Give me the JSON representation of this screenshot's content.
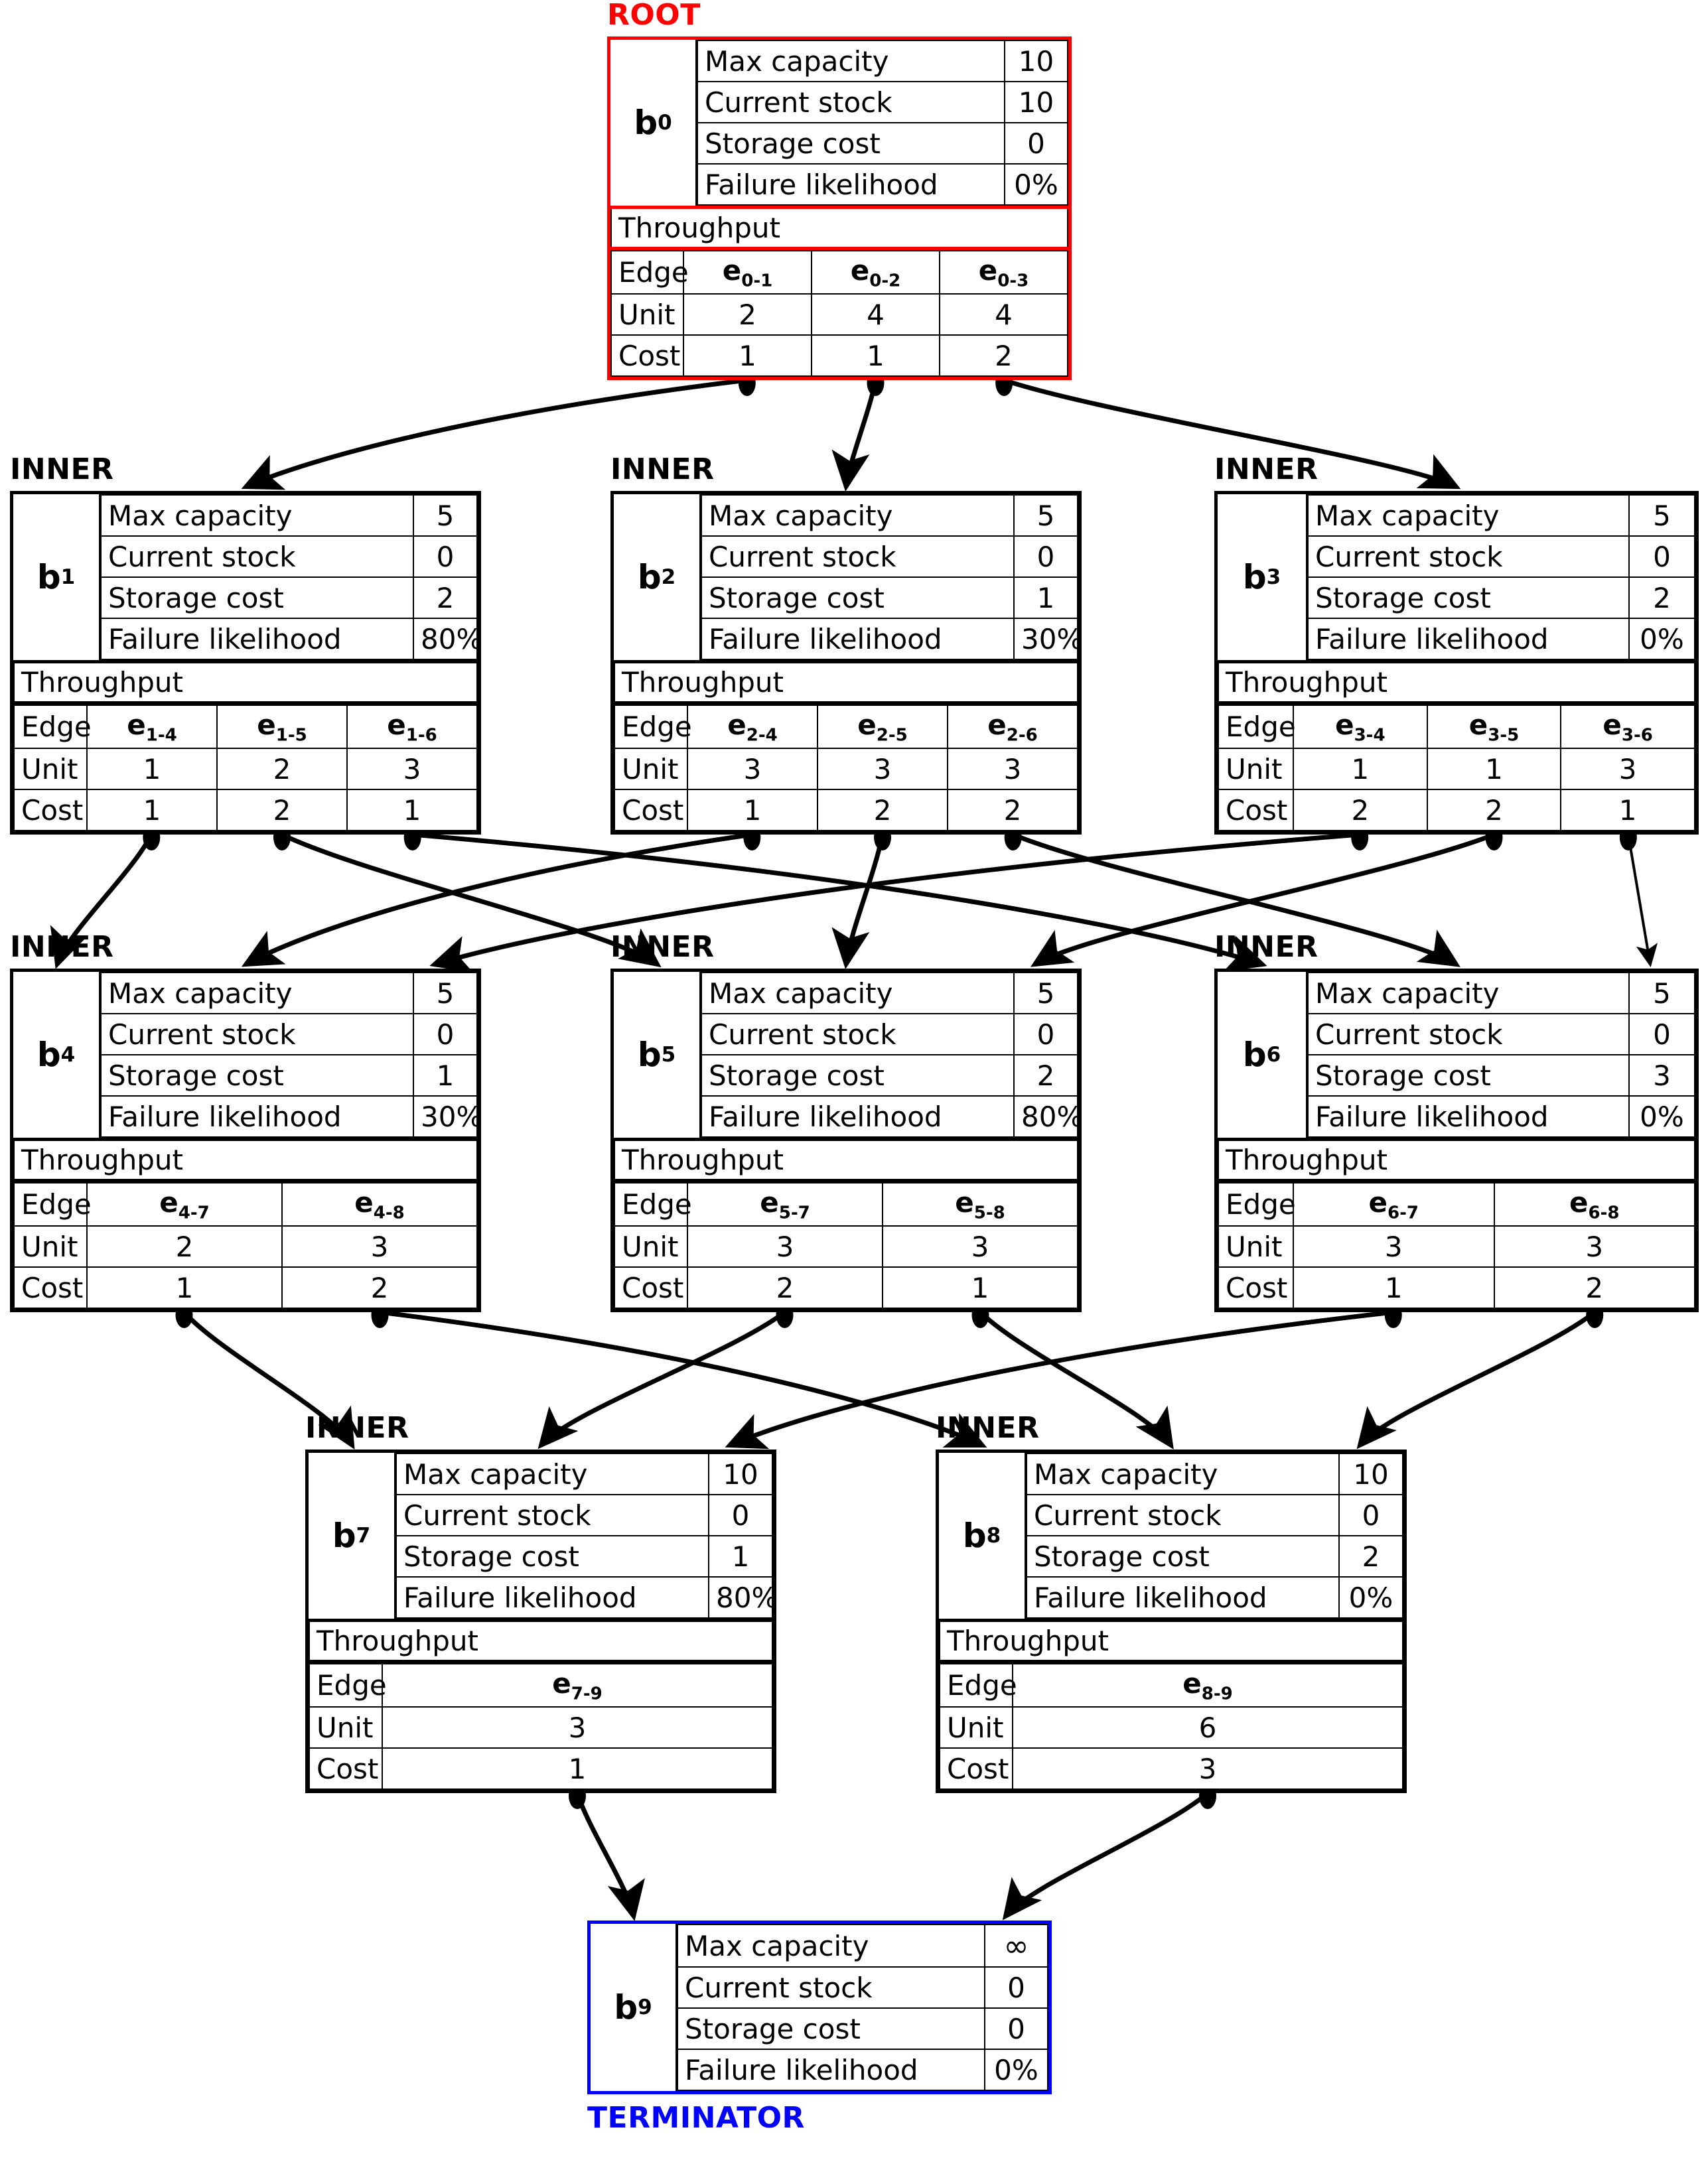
{
  "diagram": {
    "attribute_labels": [
      "Max capacity",
      "Current stock",
      "Storage cost",
      "Failure likelihood"
    ],
    "throughput_label": "Throughput",
    "row_labels": {
      "edge": "Edge",
      "unit": "Unit",
      "cost": "Cost"
    },
    "kinds": {
      "root": "ROOT",
      "inner": "INNER",
      "terminator": "TERMINATOR"
    },
    "colors": {
      "root": "#ff0000",
      "terminator": "#0000ff",
      "inner": "#000000",
      "background": "#ffffff"
    },
    "infinity_glyph": "∞"
  },
  "nodes": [
    {
      "id": "b0",
      "name": "b",
      "sub": "0",
      "kind": "ROOT",
      "max_capacity": "10",
      "current_stock": "10",
      "storage_cost": "0",
      "failure_likelihood": "0%",
      "edges": [
        {
          "name": "e",
          "sub": "0-1",
          "unit": "2",
          "cost": "1"
        },
        {
          "name": "e",
          "sub": "0-2",
          "unit": "4",
          "cost": "1"
        },
        {
          "name": "e",
          "sub": "0-3",
          "unit": "4",
          "cost": "2"
        }
      ]
    },
    {
      "id": "b1",
      "name": "b",
      "sub": "1",
      "kind": "INNER",
      "max_capacity": "5",
      "current_stock": "0",
      "storage_cost": "2",
      "failure_likelihood": "80%",
      "edges": [
        {
          "name": "e",
          "sub": "1-4",
          "unit": "1",
          "cost": "1"
        },
        {
          "name": "e",
          "sub": "1-5",
          "unit": "2",
          "cost": "2"
        },
        {
          "name": "e",
          "sub": "1-6",
          "unit": "3",
          "cost": "1"
        }
      ]
    },
    {
      "id": "b2",
      "name": "b",
      "sub": "2",
      "kind": "INNER",
      "max_capacity": "5",
      "current_stock": "0",
      "storage_cost": "1",
      "failure_likelihood": "30%",
      "edges": [
        {
          "name": "e",
          "sub": "2-4",
          "unit": "3",
          "cost": "1"
        },
        {
          "name": "e",
          "sub": "2-5",
          "unit": "3",
          "cost": "2"
        },
        {
          "name": "e",
          "sub": "2-6",
          "unit": "3",
          "cost": "2"
        }
      ]
    },
    {
      "id": "b3",
      "name": "b",
      "sub": "3",
      "kind": "INNER",
      "max_capacity": "5",
      "current_stock": "0",
      "storage_cost": "2",
      "failure_likelihood": "0%",
      "edges": [
        {
          "name": "e",
          "sub": "3-4",
          "unit": "1",
          "cost": "2"
        },
        {
          "name": "e",
          "sub": "3-5",
          "unit": "1",
          "cost": "2"
        },
        {
          "name": "e",
          "sub": "3-6",
          "unit": "3",
          "cost": "1"
        }
      ]
    },
    {
      "id": "b4",
      "name": "b",
      "sub": "4",
      "kind": "INNER",
      "max_capacity": "5",
      "current_stock": "0",
      "storage_cost": "1",
      "failure_likelihood": "30%",
      "edges": [
        {
          "name": "e",
          "sub": "4-7",
          "unit": "2",
          "cost": "1"
        },
        {
          "name": "e",
          "sub": "4-8",
          "unit": "3",
          "cost": "2"
        }
      ]
    },
    {
      "id": "b5",
      "name": "b",
      "sub": "5",
      "kind": "INNER",
      "max_capacity": "5",
      "current_stock": "0",
      "storage_cost": "2",
      "failure_likelihood": "80%",
      "edges": [
        {
          "name": "e",
          "sub": "5-7",
          "unit": "3",
          "cost": "2"
        },
        {
          "name": "e",
          "sub": "5-8",
          "unit": "3",
          "cost": "1"
        }
      ]
    },
    {
      "id": "b6",
      "name": "b",
      "sub": "6",
      "kind": "INNER",
      "max_capacity": "5",
      "current_stock": "0",
      "storage_cost": "3",
      "failure_likelihood": "0%",
      "edges": [
        {
          "name": "e",
          "sub": "6-7",
          "unit": "3",
          "cost": "1"
        },
        {
          "name": "e",
          "sub": "6-8",
          "unit": "3",
          "cost": "2"
        }
      ]
    },
    {
      "id": "b7",
      "name": "b",
      "sub": "7",
      "kind": "INNER",
      "max_capacity": "10",
      "current_stock": "0",
      "storage_cost": "1",
      "failure_likelihood": "80%",
      "edges": [
        {
          "name": "e",
          "sub": "7-9",
          "unit": "3",
          "cost": "1"
        }
      ]
    },
    {
      "id": "b8",
      "name": "b",
      "sub": "8",
      "kind": "INNER",
      "max_capacity": "10",
      "current_stock": "0",
      "storage_cost": "2",
      "failure_likelihood": "0%",
      "edges": [
        {
          "name": "e",
          "sub": "8-9",
          "unit": "6",
          "cost": "3"
        }
      ]
    },
    {
      "id": "b9",
      "name": "b",
      "sub": "9",
      "kind": "TERMINATOR",
      "max_capacity": "∞",
      "current_stock": "0",
      "storage_cost": "0",
      "failure_likelihood": "0%",
      "edges": []
    }
  ],
  "connections": [
    {
      "from": "b0",
      "edge": "e0-1",
      "to": "b1"
    },
    {
      "from": "b0",
      "edge": "e0-2",
      "to": "b2"
    },
    {
      "from": "b0",
      "edge": "e0-3",
      "to": "b3"
    },
    {
      "from": "b1",
      "edge": "e1-4",
      "to": "b4"
    },
    {
      "from": "b1",
      "edge": "e1-5",
      "to": "b5"
    },
    {
      "from": "b1",
      "edge": "e1-6",
      "to": "b6"
    },
    {
      "from": "b2",
      "edge": "e2-4",
      "to": "b4"
    },
    {
      "from": "b2",
      "edge": "e2-5",
      "to": "b5"
    },
    {
      "from": "b2",
      "edge": "e2-6",
      "to": "b6"
    },
    {
      "from": "b3",
      "edge": "e3-4",
      "to": "b4"
    },
    {
      "from": "b3",
      "edge": "e3-5",
      "to": "b5"
    },
    {
      "from": "b3",
      "edge": "e3-6",
      "to": "b6"
    },
    {
      "from": "b4",
      "edge": "e4-7",
      "to": "b7"
    },
    {
      "from": "b4",
      "edge": "e4-8",
      "to": "b8"
    },
    {
      "from": "b5",
      "edge": "e5-7",
      "to": "b7"
    },
    {
      "from": "b5",
      "edge": "e5-8",
      "to": "b8"
    },
    {
      "from": "b6",
      "edge": "e6-7",
      "to": "b7"
    },
    {
      "from": "b6",
      "edge": "e6-8",
      "to": "b8"
    },
    {
      "from": "b7",
      "edge": "e7-9",
      "to": "b9"
    },
    {
      "from": "b8",
      "edge": "e8-9",
      "to": "b9"
    }
  ]
}
